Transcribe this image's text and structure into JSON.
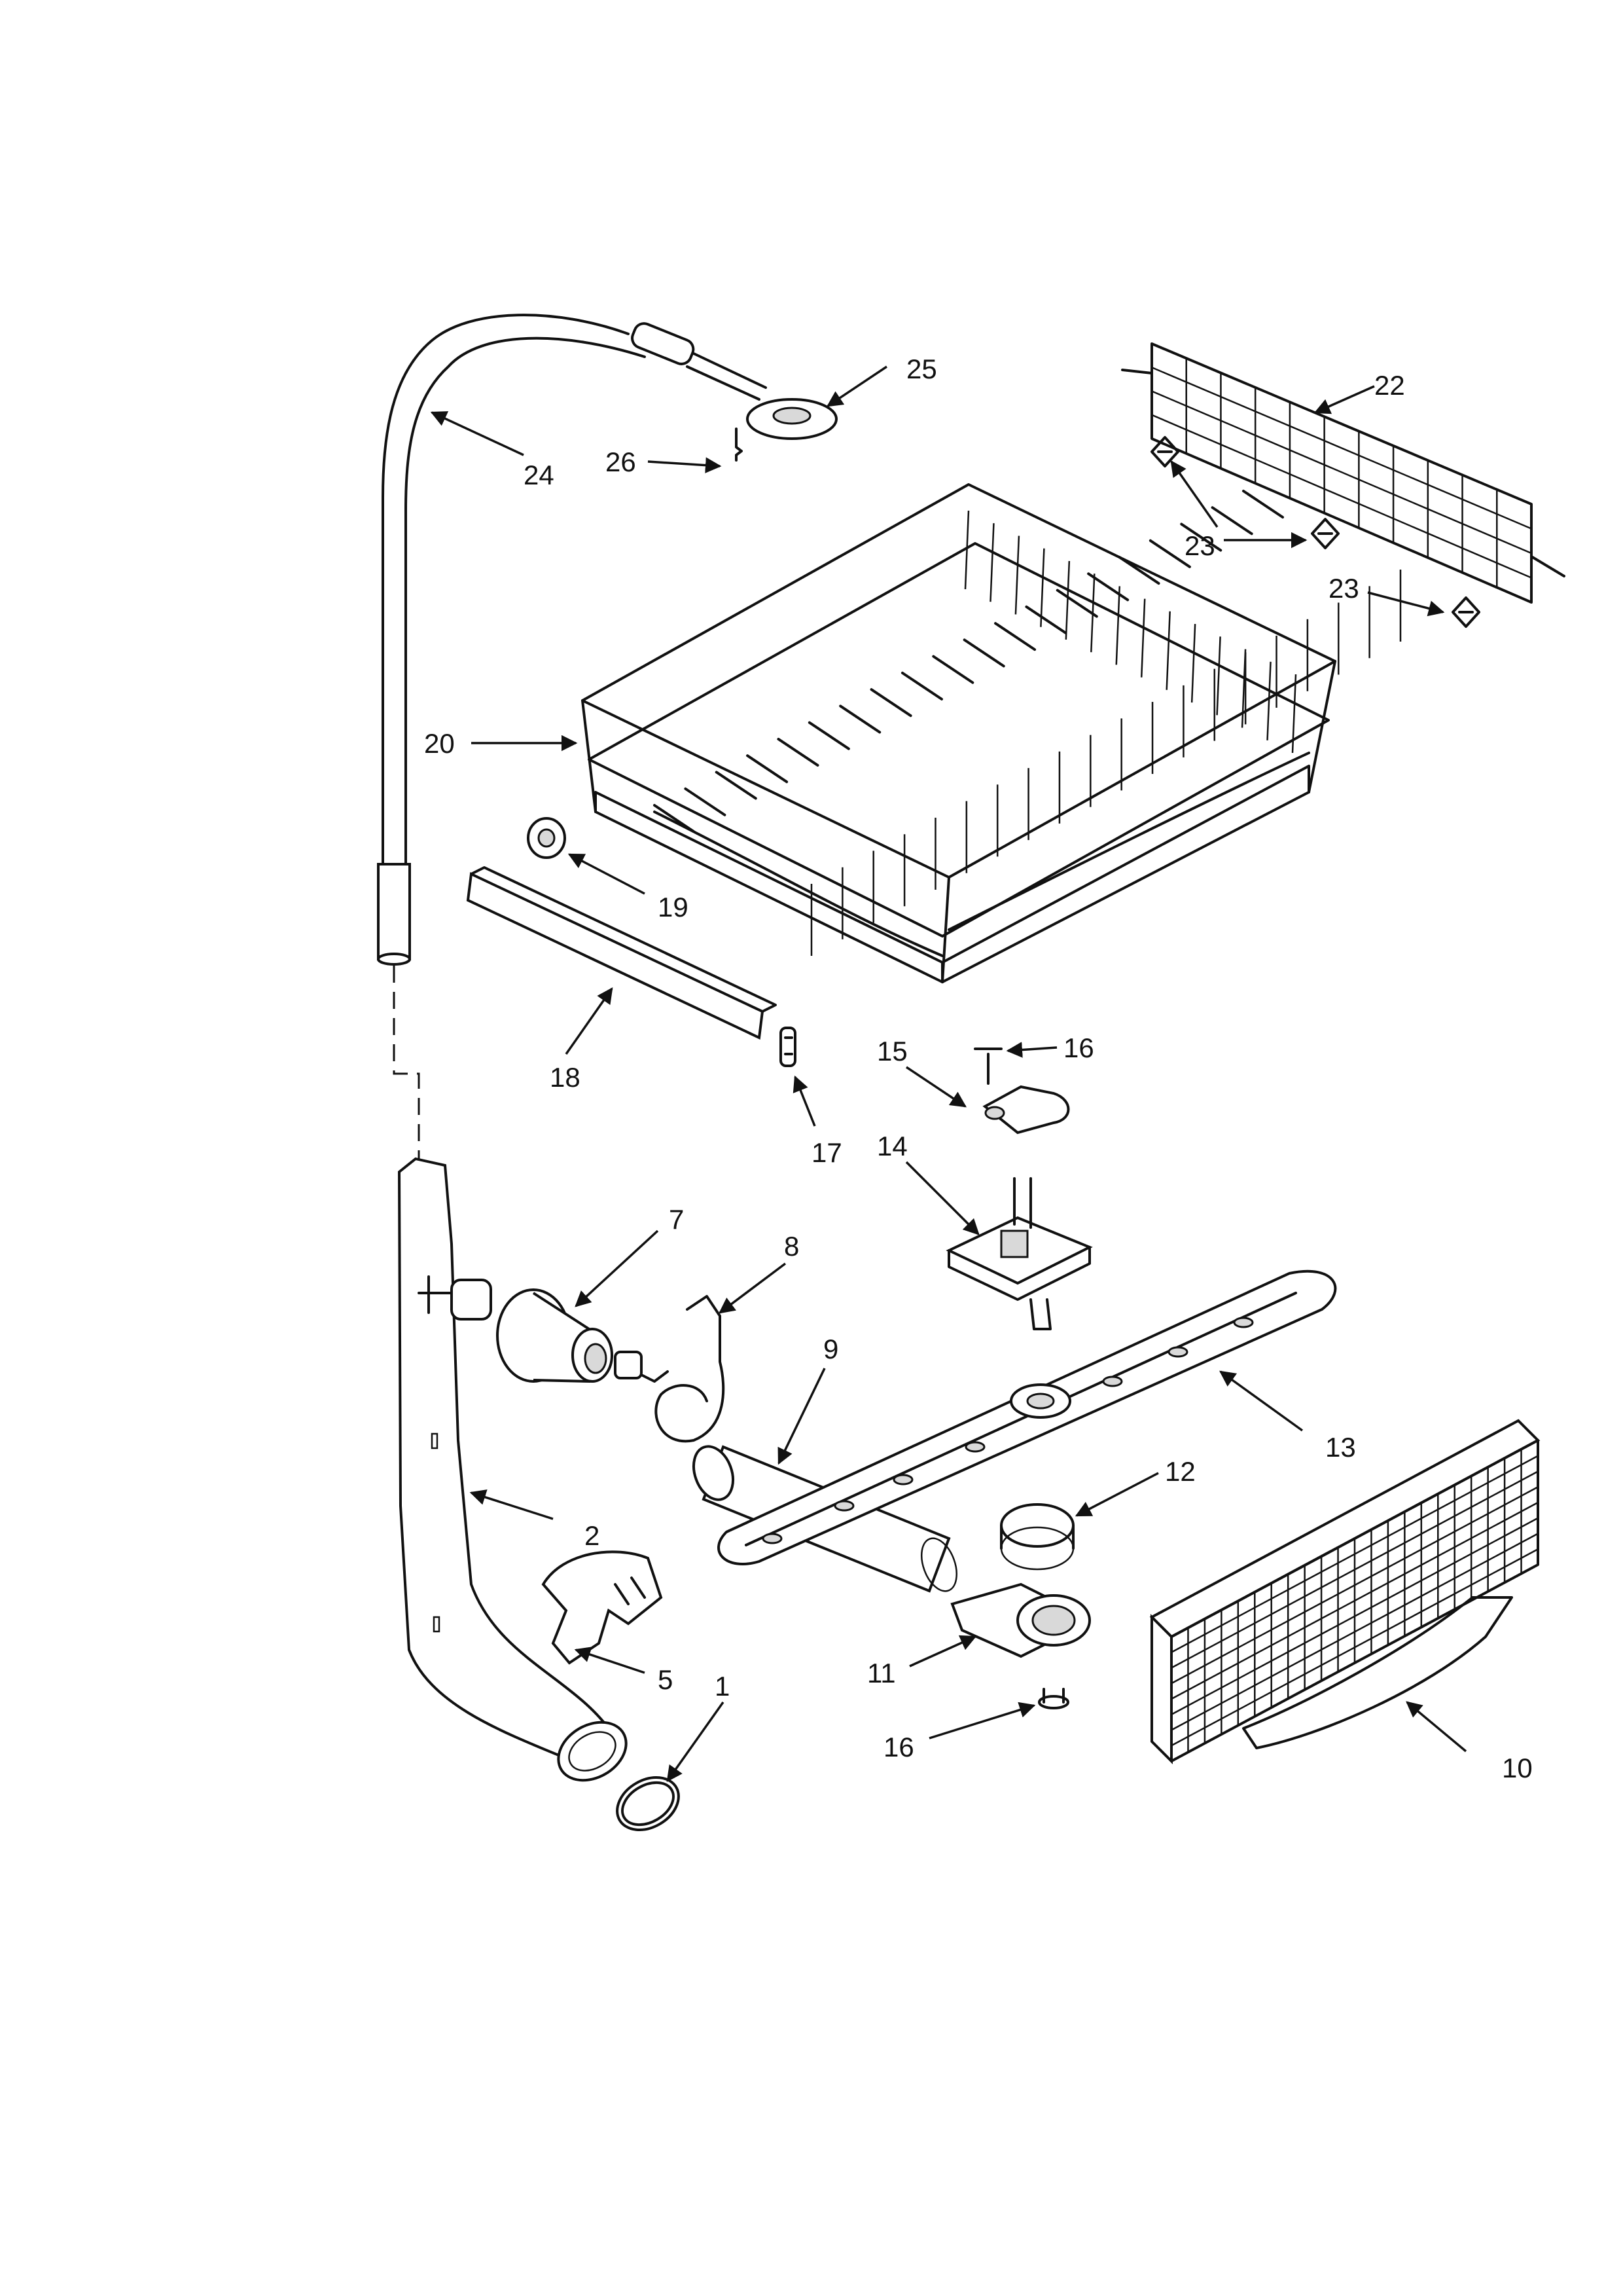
{
  "callouts": {
    "c1": "1",
    "c2": "2",
    "c5": "5",
    "c7": "7",
    "c8": "8",
    "c9": "9",
    "c10": "10",
    "c11": "11",
    "c12": "12",
    "c13": "13",
    "c14": "14",
    "c15": "15",
    "c16a": "16",
    "c16b": "16",
    "c17": "17",
    "c18": "18",
    "c19": "19",
    "c20": "20",
    "c22": "22",
    "c23a": "23",
    "c23b": "23",
    "c24": "24",
    "c25": "25",
    "c26": "26"
  },
  "colors": {
    "line": "#111111",
    "background": "#ffffff",
    "shade": "#d9d9d9"
  }
}
